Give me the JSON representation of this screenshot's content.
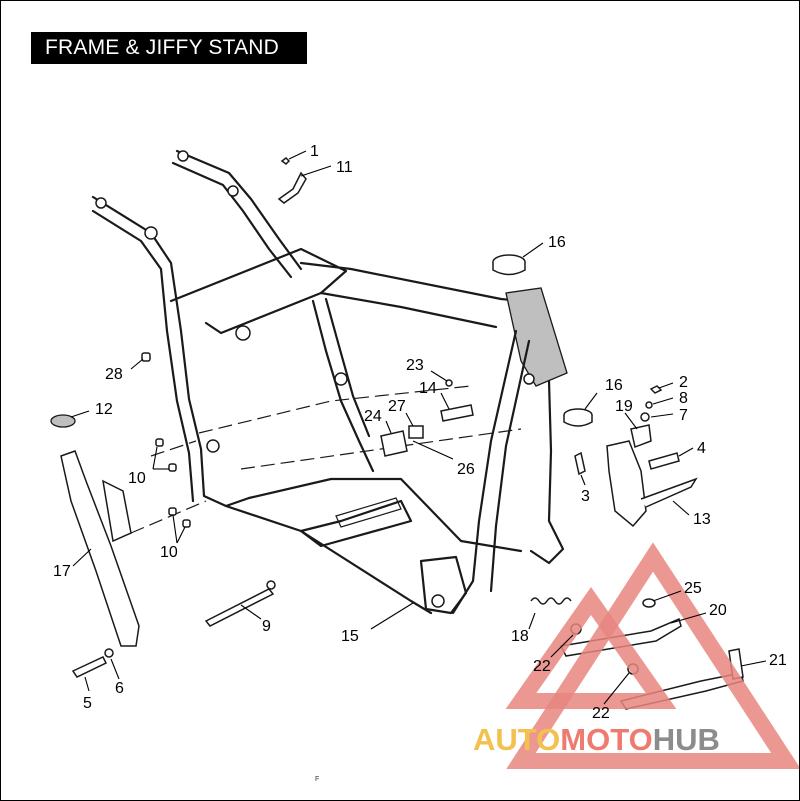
{
  "title": "FRAME & JIFFY STAND",
  "callouts": [
    {
      "id": "c1",
      "text": "1"
    },
    {
      "id": "c2",
      "text": "11"
    },
    {
      "id": "c3",
      "text": "16"
    },
    {
      "id": "c4",
      "text": "28"
    },
    {
      "id": "c5",
      "text": "12"
    },
    {
      "id": "c6",
      "text": "23"
    },
    {
      "id": "c7",
      "text": "14"
    },
    {
      "id": "c8",
      "text": "27"
    },
    {
      "id": "c9",
      "text": "24"
    },
    {
      "id": "c10",
      "text": "26"
    },
    {
      "id": "c11",
      "text": "16"
    },
    {
      "id": "c12",
      "text": "2"
    },
    {
      "id": "c13",
      "text": "8"
    },
    {
      "id": "c14",
      "text": "7"
    },
    {
      "id": "c15",
      "text": "19"
    },
    {
      "id": "c16",
      "text": "4"
    },
    {
      "id": "c17",
      "text": "3"
    },
    {
      "id": "c18",
      "text": "13"
    },
    {
      "id": "c19",
      "text": "10"
    },
    {
      "id": "c20",
      "text": "10"
    },
    {
      "id": "c21",
      "text": "17"
    },
    {
      "id": "c22",
      "text": "9"
    },
    {
      "id": "c23",
      "text": "15"
    },
    {
      "id": "c24",
      "text": "25"
    },
    {
      "id": "c25",
      "text": "20"
    },
    {
      "id": "c26",
      "text": "18"
    },
    {
      "id": "c27",
      "text": "21"
    },
    {
      "id": "c28",
      "text": "22"
    },
    {
      "id": "c29",
      "text": "22"
    },
    {
      "id": "c30",
      "text": "5"
    },
    {
      "id": "c31",
      "text": "6"
    }
  ],
  "watermark": {
    "part1": "AUTO",
    "part2": "MOTO",
    "part3": "HUB"
  },
  "footer_mark": "F",
  "colors": {
    "watermark_red": "#e8857f",
    "watermark_yellow": "#f2c14e",
    "watermark_gray": "#8c8c8c"
  }
}
